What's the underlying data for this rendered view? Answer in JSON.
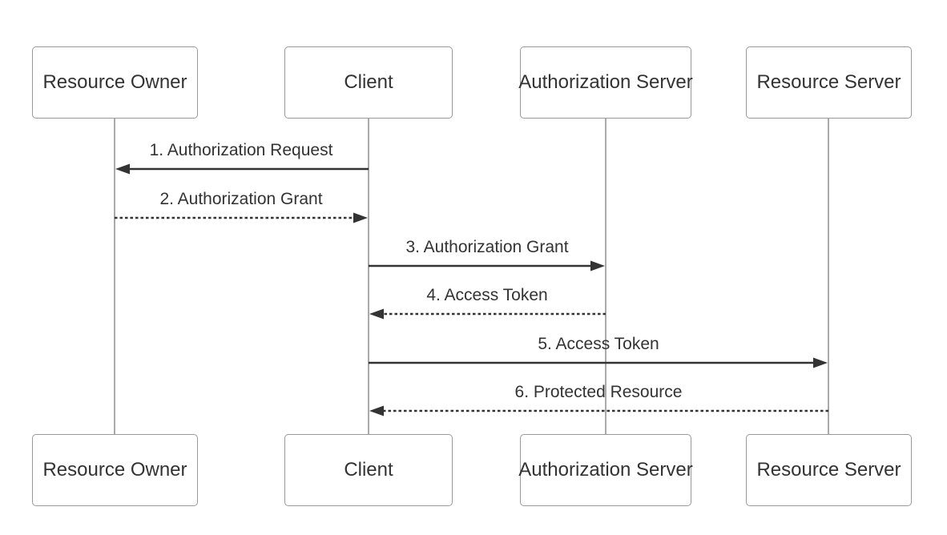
{
  "diagram": {
    "type": "sequence",
    "title": "",
    "participants": [
      {
        "id": "resource-owner",
        "label": "Resource Owner"
      },
      {
        "id": "client",
        "label": "Client"
      },
      {
        "id": "authorization-server",
        "label": "Authorization Server"
      },
      {
        "id": "resource-server",
        "label": "Resource Server"
      }
    ],
    "messages": [
      {
        "order": 1,
        "from": "client",
        "to": "resource-owner",
        "label": "1. Authorization Request",
        "line_style": "solid"
      },
      {
        "order": 2,
        "from": "resource-owner",
        "to": "client",
        "label": "2. Authorization Grant",
        "line_style": "dashed"
      },
      {
        "order": 3,
        "from": "client",
        "to": "authorization-server",
        "label": "3. Authorization Grant",
        "line_style": "solid"
      },
      {
        "order": 4,
        "from": "authorization-server",
        "to": "client",
        "label": "4. Access Token",
        "line_style": "dashed"
      },
      {
        "order": 5,
        "from": "client",
        "to": "resource-server",
        "label": "5. Access Token",
        "line_style": "solid"
      },
      {
        "order": 6,
        "from": "resource-server",
        "to": "client",
        "label": "6. Protected Resource",
        "line_style": "dashed"
      }
    ],
    "colors": {
      "background": "#ffffff",
      "actor_fill": "#ffffff",
      "actor_border": "#999999",
      "text": "#333333",
      "message_line": "#333333",
      "lifeline": "#aaaaaa"
    }
  }
}
